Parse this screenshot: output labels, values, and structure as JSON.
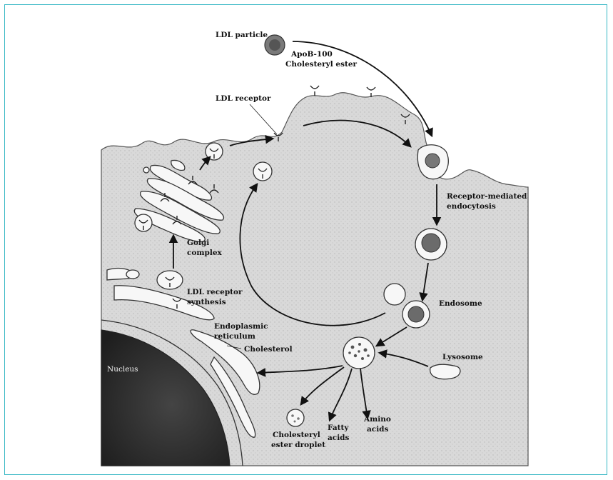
{
  "diagram": {
    "labels": {
      "ldl_particle": "LDL particle",
      "apob100": "ApoB-100",
      "cholesteryl_ester": "Cholesteryl ester",
      "ldl_receptor": "LDL receptor",
      "receptor_mediated_1": "Receptor-mediated",
      "receptor_mediated_2": "endocytosis",
      "golgi_1": "Golgi",
      "golgi_2": "complex",
      "synthesis_1": "LDL receptor",
      "synthesis_2": "synthesis",
      "er_1": "Endoplasmic",
      "er_2": "reticulum",
      "cholesterol": "Cholesterol",
      "endosome": "Endosome",
      "lysosome": "Lysosome",
      "nucleus": "Nucleus",
      "ester_droplet_1": "Cholesteryl",
      "ester_droplet_2": "ester droplet",
      "fatty_acids_1": "Fatty",
      "fatty_acids_2": "acids",
      "amino_acids_1": "Amino",
      "amino_acids_2": "acids"
    }
  }
}
